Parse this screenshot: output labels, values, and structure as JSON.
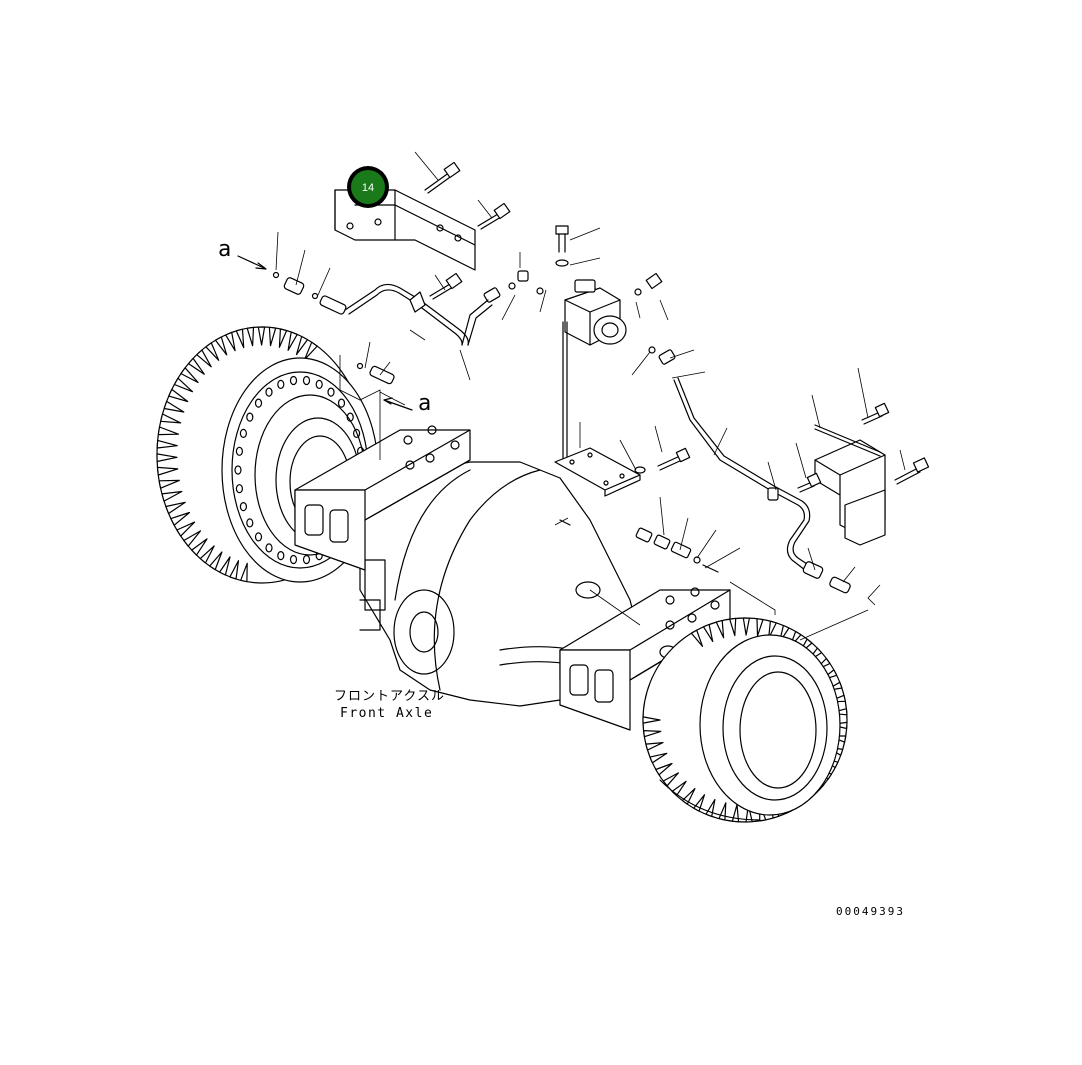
{
  "diagram": {
    "caption_jp": "フロントアクスル",
    "caption_en": "Front Axle",
    "drawing_number": "00049393",
    "section_marker": "a",
    "highlight_callout": {
      "label": "14",
      "color": "#1a7a1a",
      "ring_color": "#000000"
    }
  }
}
